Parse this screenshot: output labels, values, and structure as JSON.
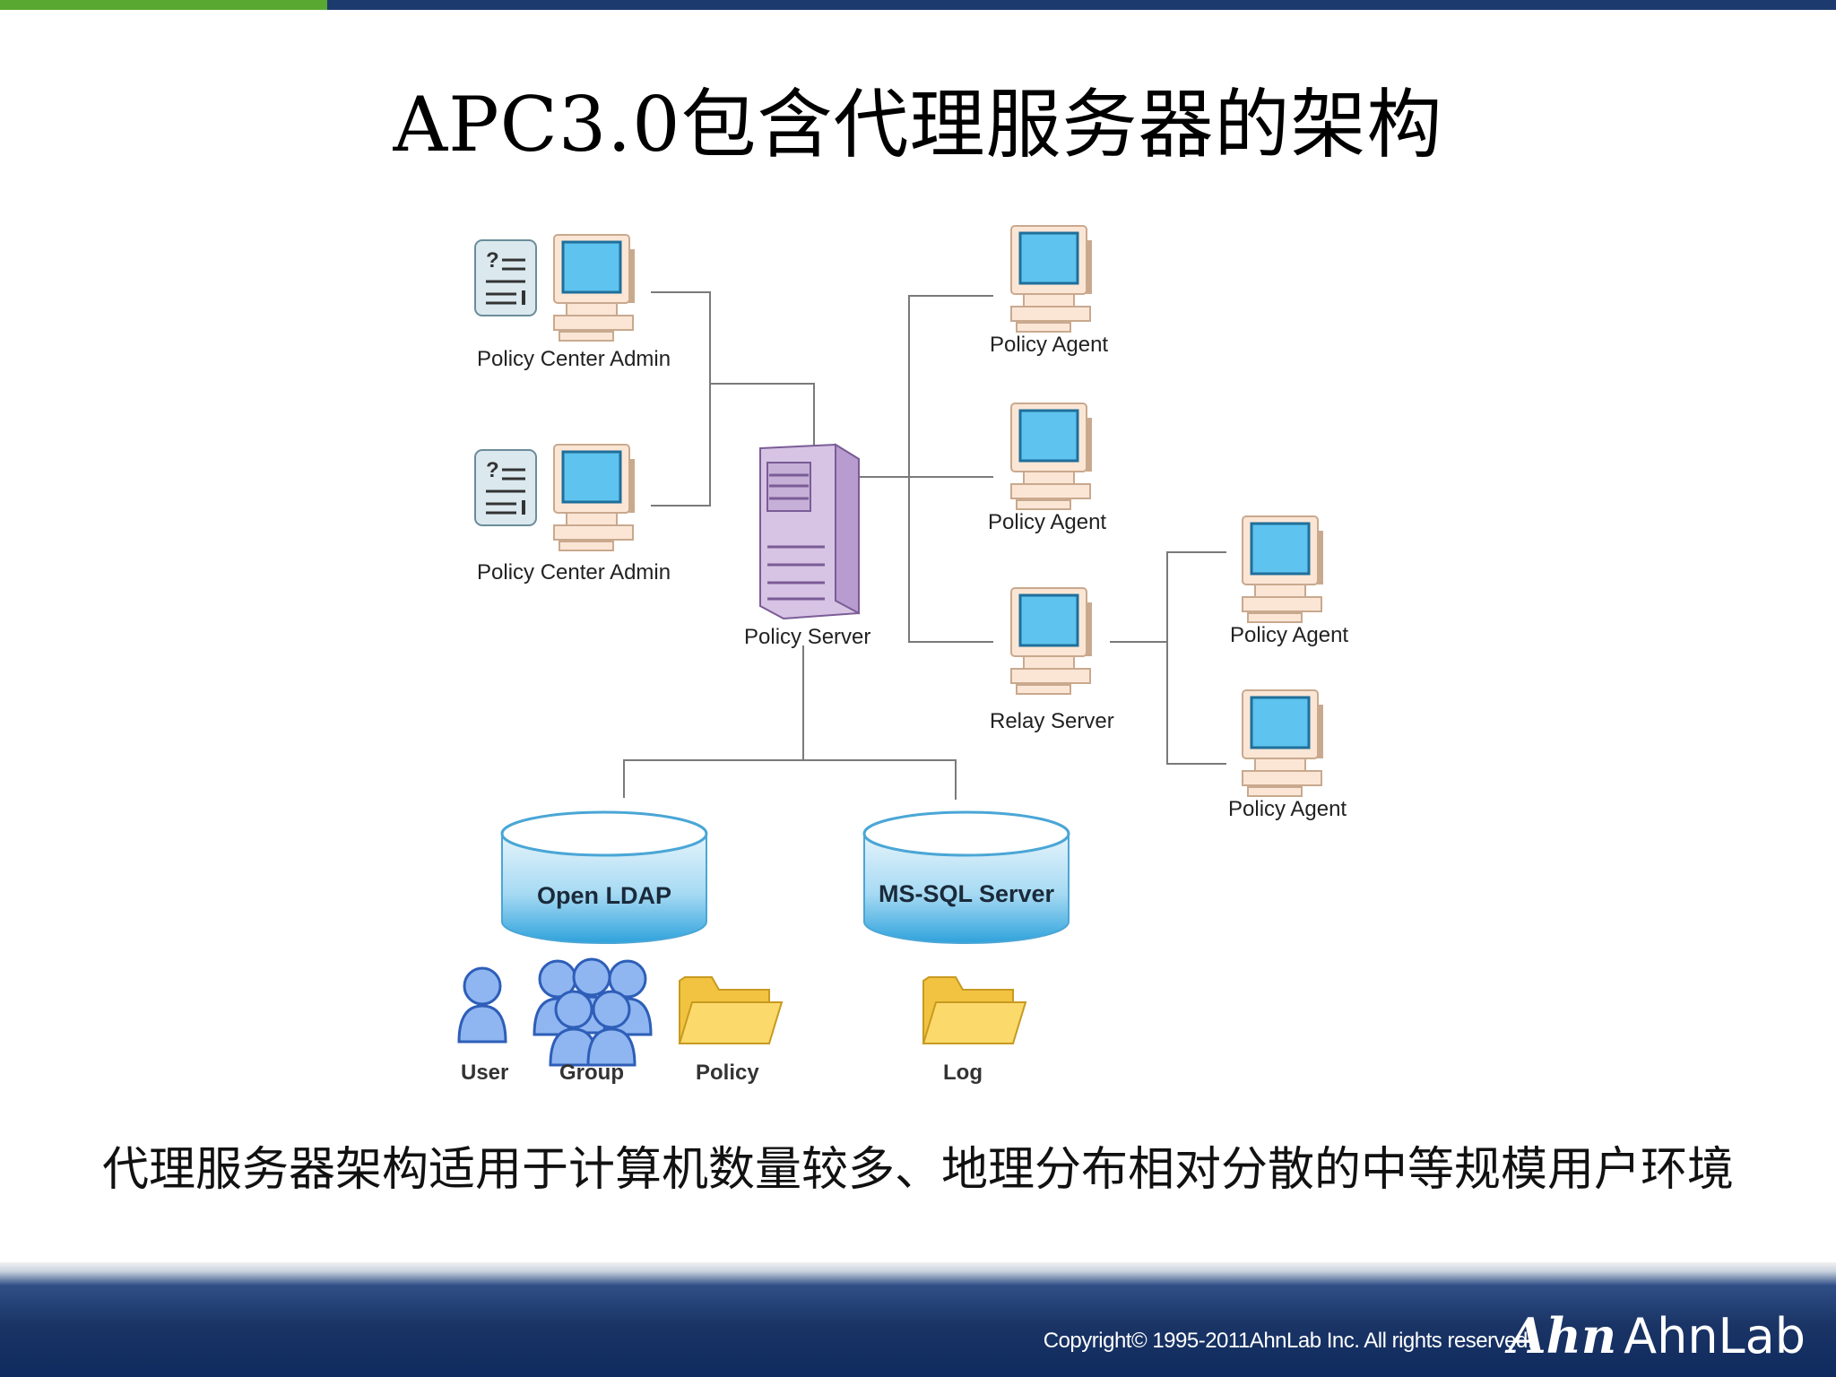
{
  "title": "APC3.0包含代理服务器的架构",
  "diagram": {
    "admin1": "Policy Center Admin",
    "admin2": "Policy Center Admin",
    "server": "Policy Server",
    "agent1": "Policy Agent",
    "agent2": "Policy Agent",
    "relay": "Relay Server",
    "agent3": "Policy Agent",
    "agent4": "Policy Agent",
    "db1": "Open LDAP",
    "db2": "MS-SQL Server",
    "user": "User",
    "group": "Group",
    "policy": "Policy",
    "log": "Log"
  },
  "caption": "代理服务器架构适用于计算机数量较多、地理分布相对分散的中等规模用户环境",
  "footer": {
    "copyright": "Copyright© 1995-2011AhnLab Inc. All rights reserved.",
    "logo_mark": "Ahn",
    "logo_text": "AhnLab"
  }
}
